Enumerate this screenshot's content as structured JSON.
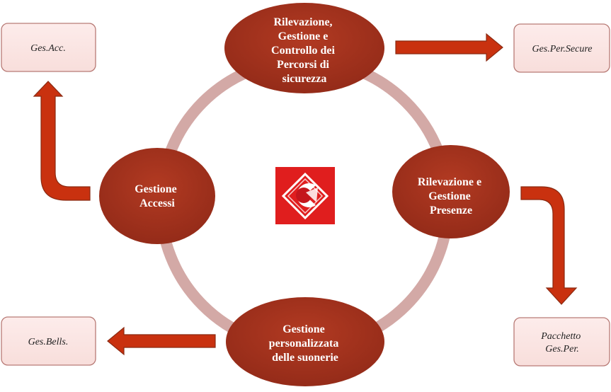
{
  "nodes": {
    "top": {
      "lines": [
        "Rilevazione,",
        "Gestione e",
        "Controllo dei",
        "Percorsi di",
        "sicurezza"
      ]
    },
    "right": {
      "lines": [
        "Rilevazione e",
        "Gestione",
        "Presenze"
      ]
    },
    "bottom": {
      "lines": [
        "Gestione",
        "personalizzata",
        "delle suonerie"
      ]
    },
    "left": {
      "lines": [
        "Gestione",
        "Accessi"
      ]
    }
  },
  "boxes": {
    "top_left": {
      "lines": [
        "Ges.Acc."
      ]
    },
    "top_right": {
      "lines": [
        "Ges.Per.Secure"
      ]
    },
    "bottom_left": {
      "lines": [
        "Ges.Bells."
      ]
    },
    "bottom_right": {
      "lines": [
        "Pacchetto",
        "Ges.Per."
      ]
    }
  },
  "colors": {
    "node_fill": "#a0301c",
    "ring": "#d3a9a6",
    "box_fill": "#fbe5e3",
    "box_stroke": "#b87b76",
    "arrow_fill": "#c9310f",
    "arrow_stroke": "#8a2a12",
    "logo_bg": "#e01e1e"
  },
  "logo": {
    "icon": "company-logo-icon"
  }
}
